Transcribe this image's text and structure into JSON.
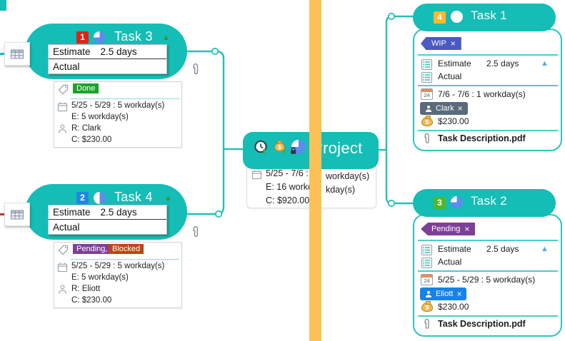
{
  "colors": {
    "teal": "#14bdb5",
    "connector": "#25c0b9",
    "pie_blue": "#5b8dee",
    "orange_bar": "#fcc155",
    "collapse_green": "#3f8f2f",
    "divider_teal": "#2ec4be",
    "text_dark": "#1d1d1f",
    "badge1": "#df2318",
    "badge2": "#1e88e5",
    "badge3": "#52b62b",
    "badge4": "#ffb92a",
    "tag_done": "#1ca32b",
    "tag_pending": "#7e3f98",
    "tag_blocked": "#bf4417",
    "tag_wip": "#4a5ac2",
    "chip_clark": "#5a6a7d",
    "chip_eliott": "#1583e9",
    "money_gold": "#f3b94f"
  },
  "icons": {
    "close_glyph": "×",
    "collapse_glyph": "▲",
    "calendar24_label": "24",
    "dollar_glyph": "$"
  },
  "project": {
    "title": "Project",
    "details": {
      "line1_left": "5/25 - 7/6 :",
      "line1_right": "workday(s)",
      "line2_left": "E: 16 workd",
      "line2_right": "kday(s)",
      "line3_left": "C: $920.00"
    }
  },
  "task3": {
    "badge": "1",
    "progress": 75,
    "title": "Task 3",
    "estimate_label": "Estimate",
    "estimate_value": "2.5 days",
    "actual_label": "Actual",
    "tags": [
      {
        "label": "Done"
      }
    ],
    "rows": {
      "schedule": "5/25 - 5/29 : 5 workday(s)",
      "effort": "E: 5 workday(s)",
      "resource": "R: Clark",
      "cost": "C: $230.00"
    }
  },
  "task4": {
    "badge": "2",
    "progress": 50,
    "title": "Task 4",
    "estimate_label": "Estimate",
    "estimate_value": "2.5 days",
    "actual_label": "Actual",
    "tags": [
      {
        "label": "Pending,"
      },
      {
        "label": "Blocked"
      }
    ],
    "rows": {
      "schedule": "5/25 - 5/29 : 5 workday(s)",
      "effort": "E: 5 workday(s)",
      "resource": "R: Eliott",
      "cost": "C: $230.00"
    }
  },
  "task1": {
    "badge": "4",
    "progress": 0,
    "title": "Task 1",
    "tag": "WIP",
    "estimate_label": "Estimate",
    "estimate_value": "2.5 days",
    "actual_label": "Actual",
    "schedule": "7/6 - 7/6 : 1 workday(s)",
    "assignee": "Clark",
    "cost": "$230.00",
    "attachment": "Task Description.pdf"
  },
  "task2": {
    "badge": "3",
    "progress": 75,
    "title": "Task 2",
    "tag": "Pending",
    "estimate_label": "Estimate",
    "estimate_value": "2.5 days",
    "actual_label": "Actual",
    "schedule": "5/25 - 5/29 : 5 workday(s)",
    "assignee": "Eliott",
    "cost": "$230.00",
    "attachment": "Task Description.pdf"
  }
}
